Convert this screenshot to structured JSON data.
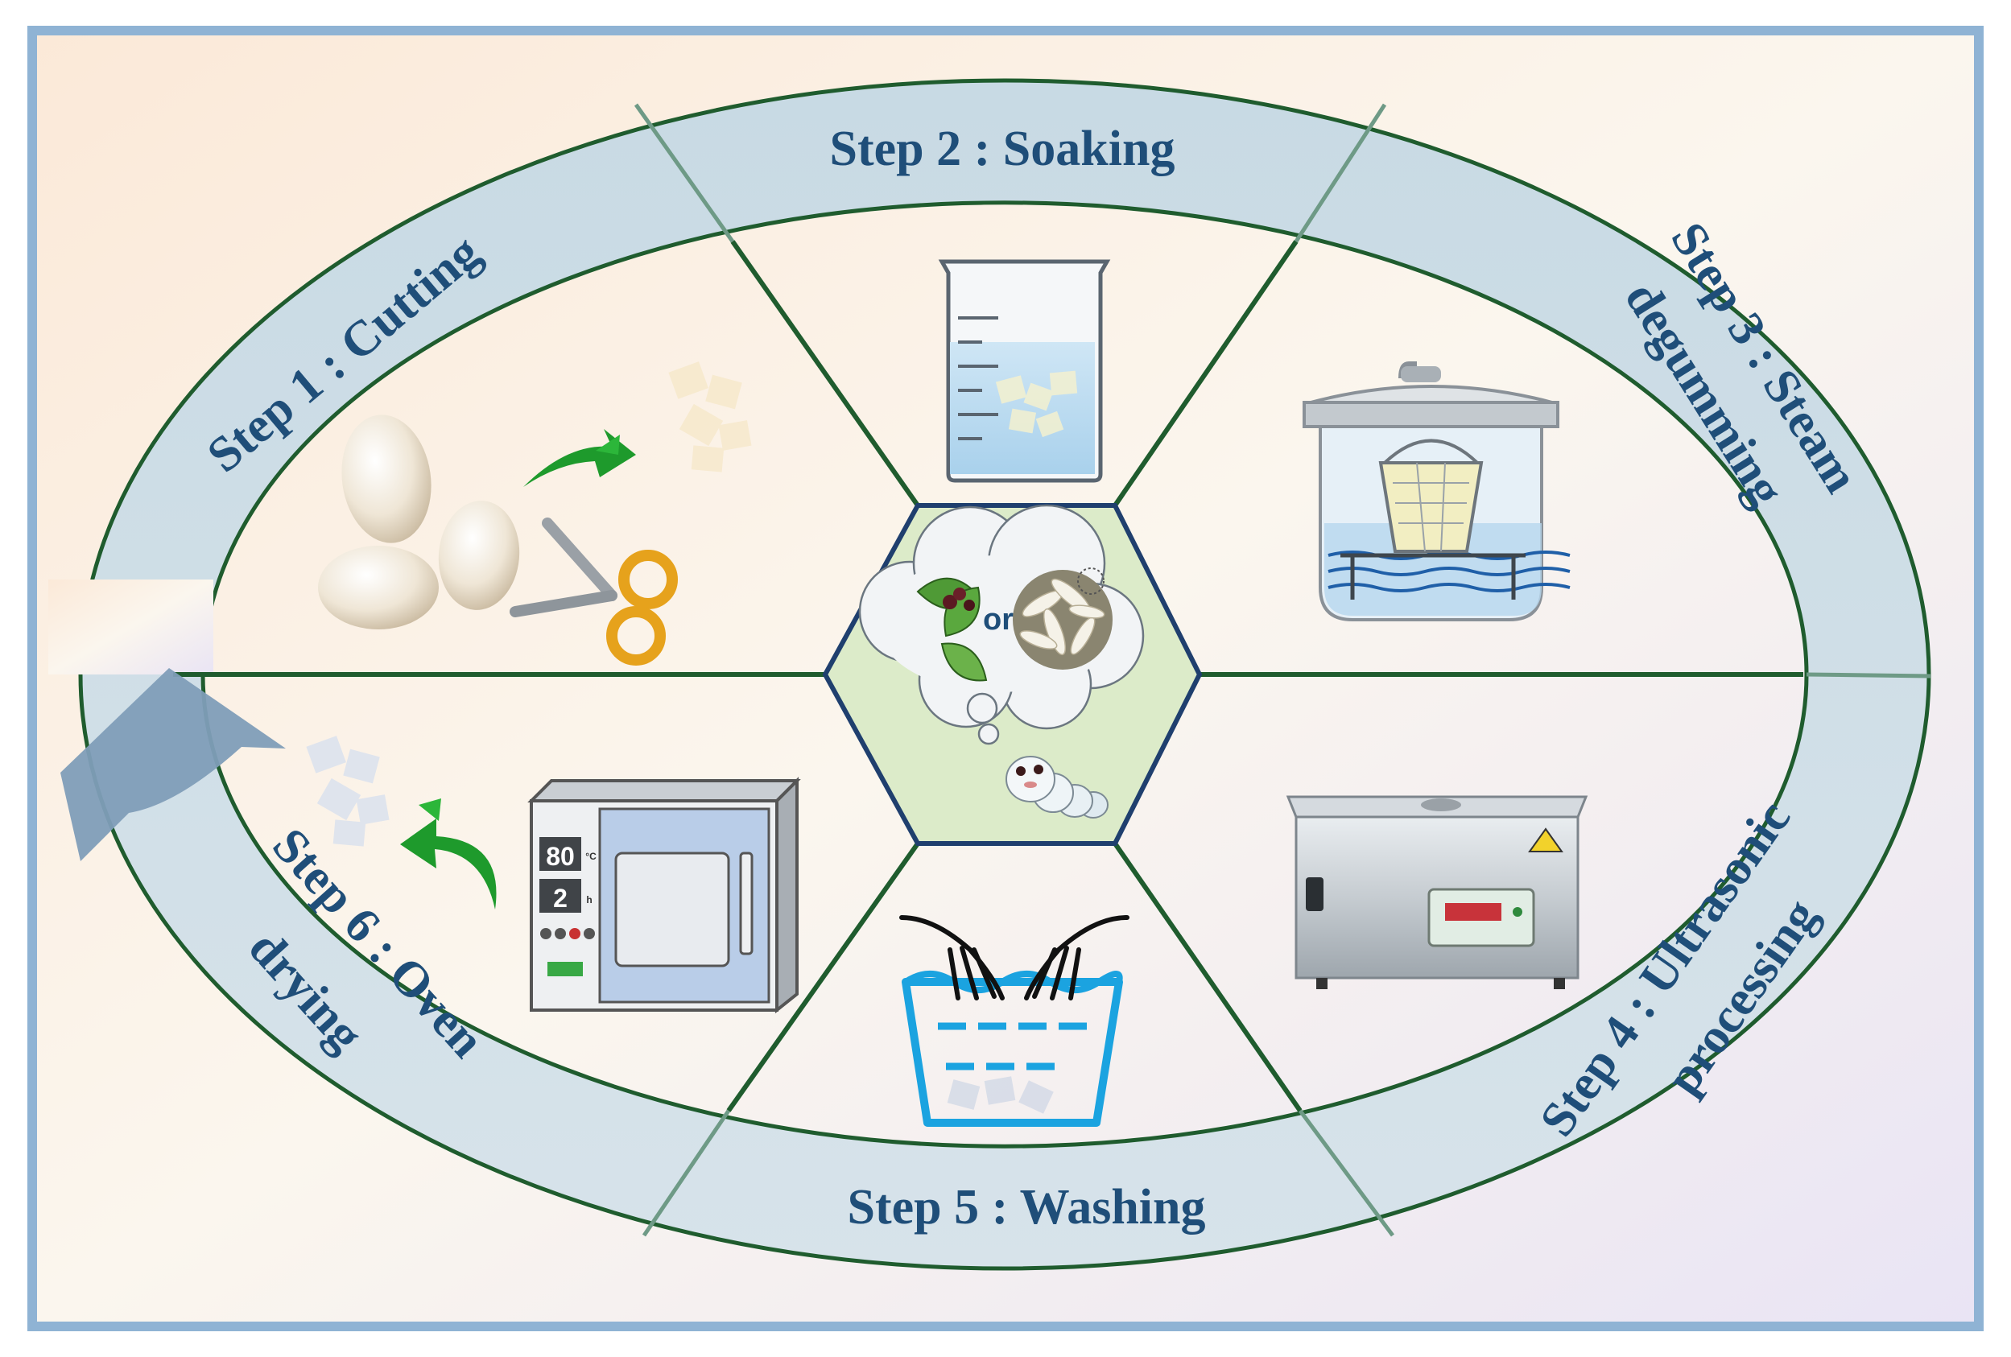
{
  "steps": [
    {
      "id": 1,
      "label": "Step 1 : Cutting"
    },
    {
      "id": 2,
      "label": "Step 2 : Soaking"
    },
    {
      "id": 3,
      "label_line1": "Step 3 : Steam",
      "label_line2": "degumming"
    },
    {
      "id": 4,
      "label_line1": "Step 4 : Ultrasonic",
      "label_line2": "processing"
    },
    {
      "id": 5,
      "label": "Step 5 : Washing"
    },
    {
      "id": 6,
      "label_line1": "Step 6 : Oven",
      "label_line2": "drying"
    }
  ],
  "center": {
    "or_text": "or"
  },
  "oven": {
    "temperature": "80",
    "temperature_unit": "°C",
    "time": "2",
    "time_unit": "h"
  },
  "colors": {
    "ring_fill": "#cfdde6",
    "divider": "#1f5c2e",
    "label_text": "#1f4e79",
    "hexagon_fill": "#dcebc9",
    "frame": "#8fb3d4",
    "arrow_green": "#1e9a2c",
    "big_arrow": "#7f9db8"
  },
  "icons": [
    "silk-cocoon-icon",
    "scissors-icon",
    "beaker-icon",
    "steamer-pot-icon",
    "ultrasonic-bath-icon",
    "washing-basin-icon",
    "drying-oven-icon",
    "silkworm-icon",
    "mulberry-leaf-icon"
  ]
}
